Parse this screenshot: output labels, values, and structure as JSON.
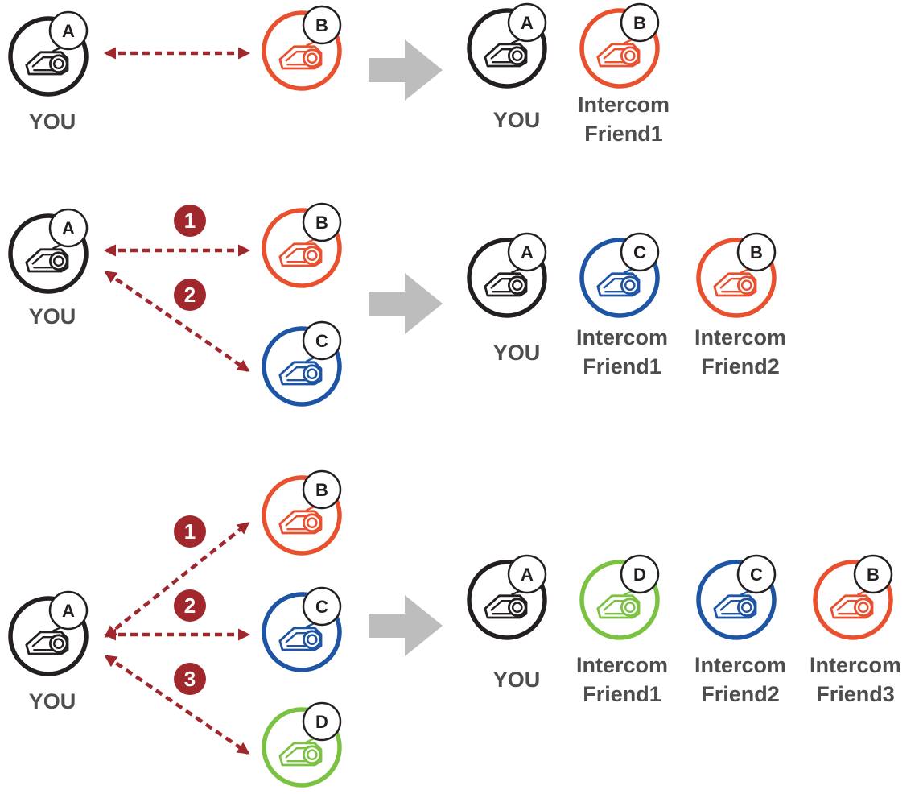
{
  "colors": {
    "you": "#231f20",
    "b": "#e8502e",
    "c": "#1d54a4",
    "d": "#7cc242",
    "connector": "#a0282d",
    "step": "#a0282d",
    "result_arrow": "#bdbdbd",
    "label": "#4d4d4d"
  },
  "device_icon": "intercom-headset-icon",
  "labels": {
    "you": "YOU",
    "intercom": "Intercom",
    "friend1": "Friend1",
    "friend2": "Friend2",
    "friend3": "Friend3"
  },
  "badges": {
    "a": "A",
    "b": "B",
    "c": "C",
    "d": "D"
  },
  "steps": [
    "1",
    "2",
    "3"
  ],
  "scenarios": [
    {
      "name": "one-friend",
      "pairing_steps": [],
      "result_order": [
        "A",
        "B"
      ],
      "result_labels": [
        "YOU",
        "Intercom Friend1"
      ]
    },
    {
      "name": "two-friends",
      "pairing_steps": [
        "1",
        "2"
      ],
      "result_order": [
        "A",
        "C",
        "B"
      ],
      "result_labels": [
        "YOU",
        "Intercom Friend1",
        "Intercom Friend2"
      ]
    },
    {
      "name": "three-friends",
      "pairing_steps": [
        "1",
        "2",
        "3"
      ],
      "result_order": [
        "A",
        "D",
        "C",
        "B"
      ],
      "result_labels": [
        "YOU",
        "Intercom Friend1",
        "Intercom Friend2",
        "Intercom Friend3"
      ]
    }
  ]
}
